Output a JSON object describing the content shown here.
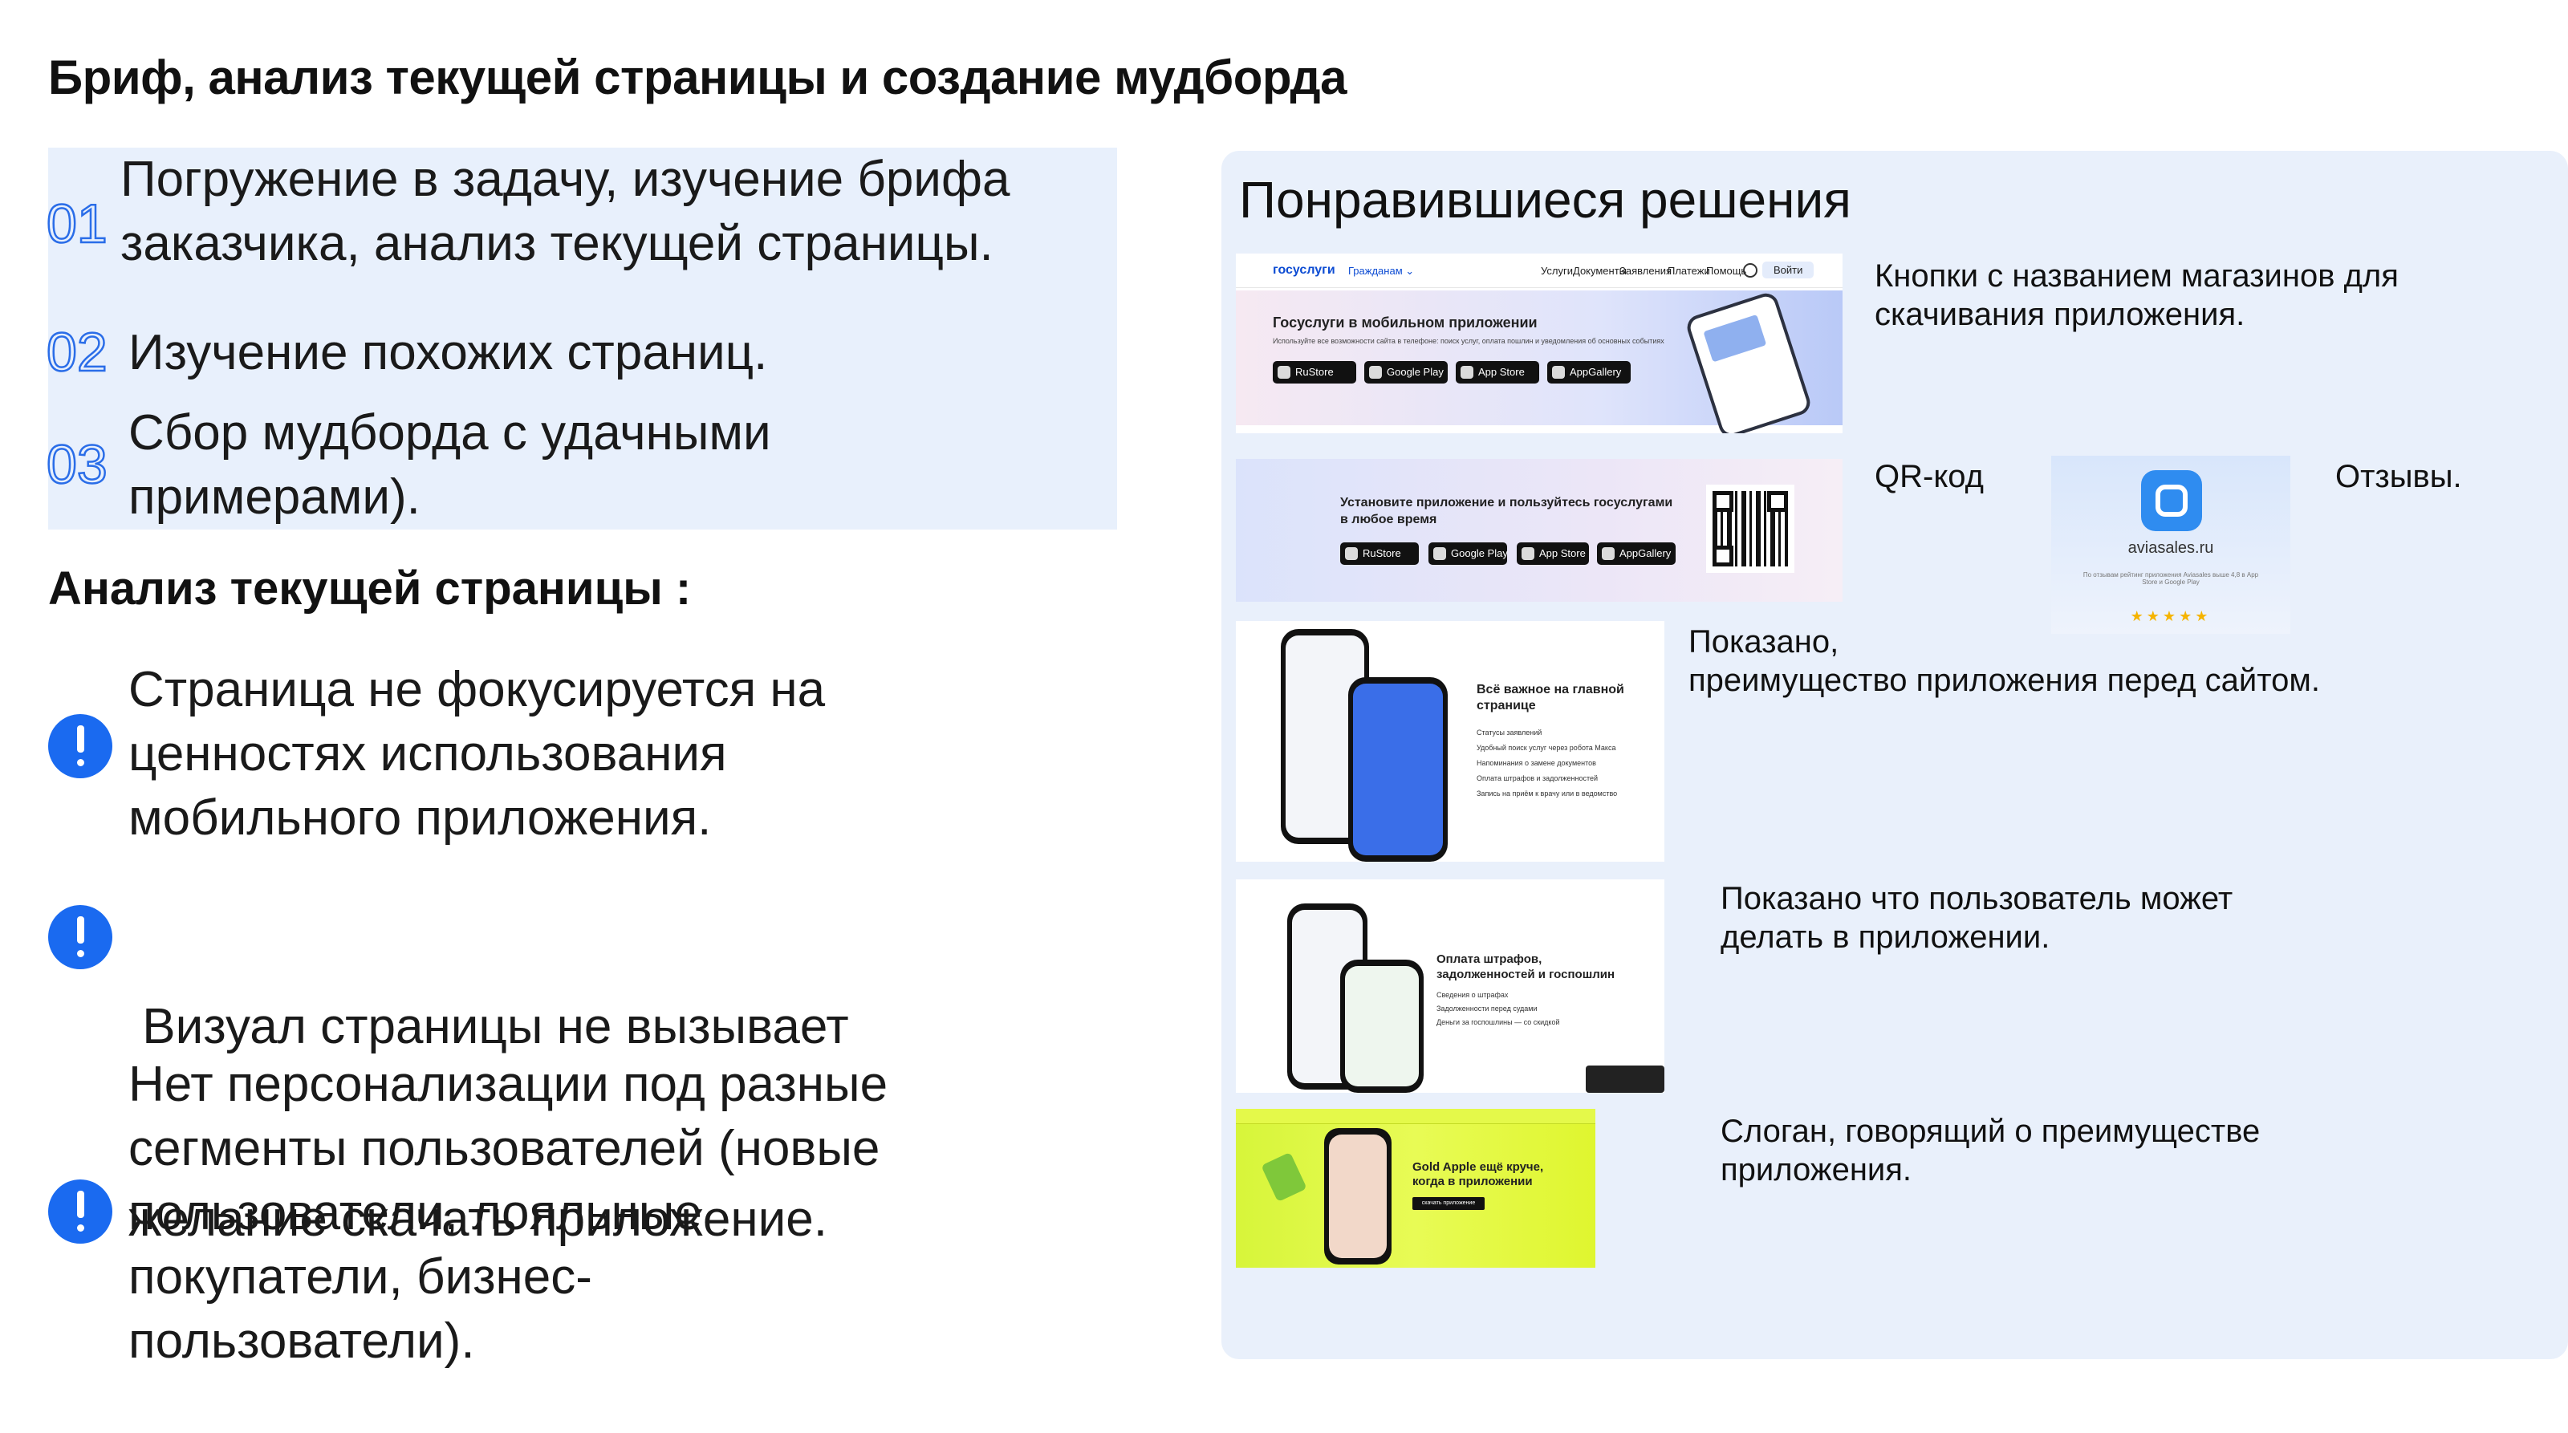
{
  "title": "Бриф, анализ текущей страницы и создание мудборда",
  "steps": [
    {
      "num": "01",
      "lines": [
        "Погружение в задачу, изучение брифа",
        "заказчика, анализ текущей страницы."
      ]
    },
    {
      "num": "02",
      "lines": [
        "Изучение похожих страниц."
      ]
    },
    {
      "num": "03",
      "lines": [
        "Сбор мудборда с удачными",
        "примерами)."
      ]
    }
  ],
  "analysis_heading": "Анализ текущей страницы :",
  "problems": [
    {
      "lines": [
        "Страница не фокусируется на",
        "ценностях использования",
        "мобильного приложения."
      ]
    },
    {
      "lines": [
        " Визуал страницы не вызывает",
        "желание скачать приложение."
      ]
    },
    {
      "lines": [
        "Нет персонализации под разные",
        "сегменты пользователей (новые",
        "пользователи, лояльные",
        "покупатели, бизнес-",
        "пользователи)."
      ]
    }
  ],
  "moodboard": {
    "title": "Понравившиеся решения",
    "notes": {
      "stores": [
        "Кнопки с названием магазинов для",
        "скачивания приложения."
      ],
      "qr": "QR-код",
      "reviews": "Отзывы.",
      "advantage": [
        "Показано,",
        "преимущество приложения  перед сайтом."
      ],
      "can_do": [
        "Показано что пользователь может",
        "делать в приложении."
      ],
      "slogan": [
        "Слоган, говорящий о преимуществе",
        "приложения."
      ]
    },
    "thumb1": {
      "logo": "госуслуги",
      "menu": "Гражданам ⌄",
      "nav": [
        "Услуги",
        "Документы",
        "Заявления",
        "Платежи",
        "Помощь"
      ],
      "login": "Войти",
      "heading": "Госуслуги в мобильном приложении",
      "sub": "Используйте все возможности сайта в телефоне: поиск услуг, оплата пошлин и уведомления об основных событиях",
      "buttons": [
        "RuStore",
        "Google Play",
        "App Store",
        "AppGallery"
      ]
    },
    "thumb2": {
      "heading": [
        "Установите приложение и пользуйтесь госуслугами",
        "в любое время"
      ],
      "buttons": [
        "RuStore",
        "Google Play",
        "App Store",
        "AppGallery"
      ]
    },
    "thumb3": {
      "brand": "aviasales.ru",
      "text": "По отзывам рейтинг приложения Aviasales выше 4,8 в App Store и Google Play",
      "stars": "★★★★★"
    },
    "thumb4": {
      "heading": [
        "Всё важное на главной",
        "странице"
      ],
      "items": [
        "Статусы заявлений",
        "Удобный поиск услуг через робота Макса",
        "Напоминания о замене документов",
        "Оплата штрафов и задолженностей",
        "Запись на приём к врачу или в ведомство"
      ]
    },
    "thumb5": {
      "heading": [
        "Оплата штрафов,",
        "задолженностей и госпошлин"
      ],
      "items": [
        "Сведения о штрафах",
        "Задолженности перед судами",
        "Деньги за госпошлины — со скидкой"
      ]
    },
    "thumb6": {
      "heading": [
        "Gold Apple ещё круче,",
        "когда в приложении"
      ],
      "button": "скачать приложение"
    }
  },
  "colors": {
    "accent": "#2a6de8",
    "steps_bg": "#e8f0fc",
    "panel_bg": "#e9f0fb",
    "alert": "#1a6af0"
  }
}
